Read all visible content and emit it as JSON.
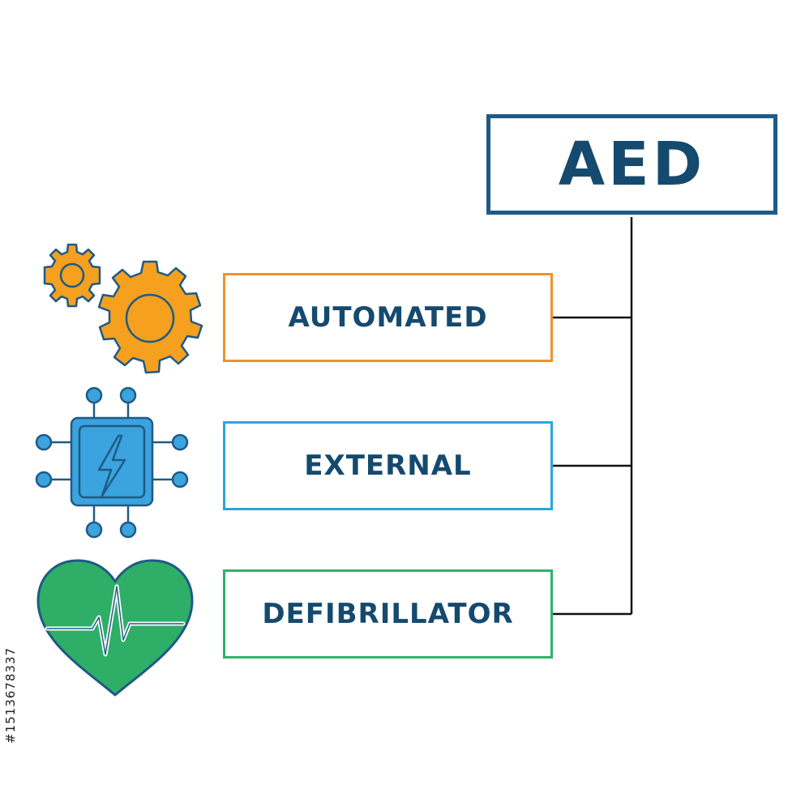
{
  "title": "AED",
  "terms": [
    {
      "label": "AUTOMATED",
      "color": "#f0922b",
      "icon": "gears-icon"
    },
    {
      "label": "EXTERNAL",
      "color": "#29a6de",
      "icon": "electric-chip-icon"
    },
    {
      "label": "DEFIBRILLATOR",
      "color": "#2fb36a",
      "icon": "heart-pulse-icon"
    }
  ],
  "colors": {
    "title_border": "#1f5a85",
    "text": "#154a6e",
    "connector": "#111111",
    "icon_outline": "#1f5a85"
  },
  "stock_id": "#1513678337"
}
